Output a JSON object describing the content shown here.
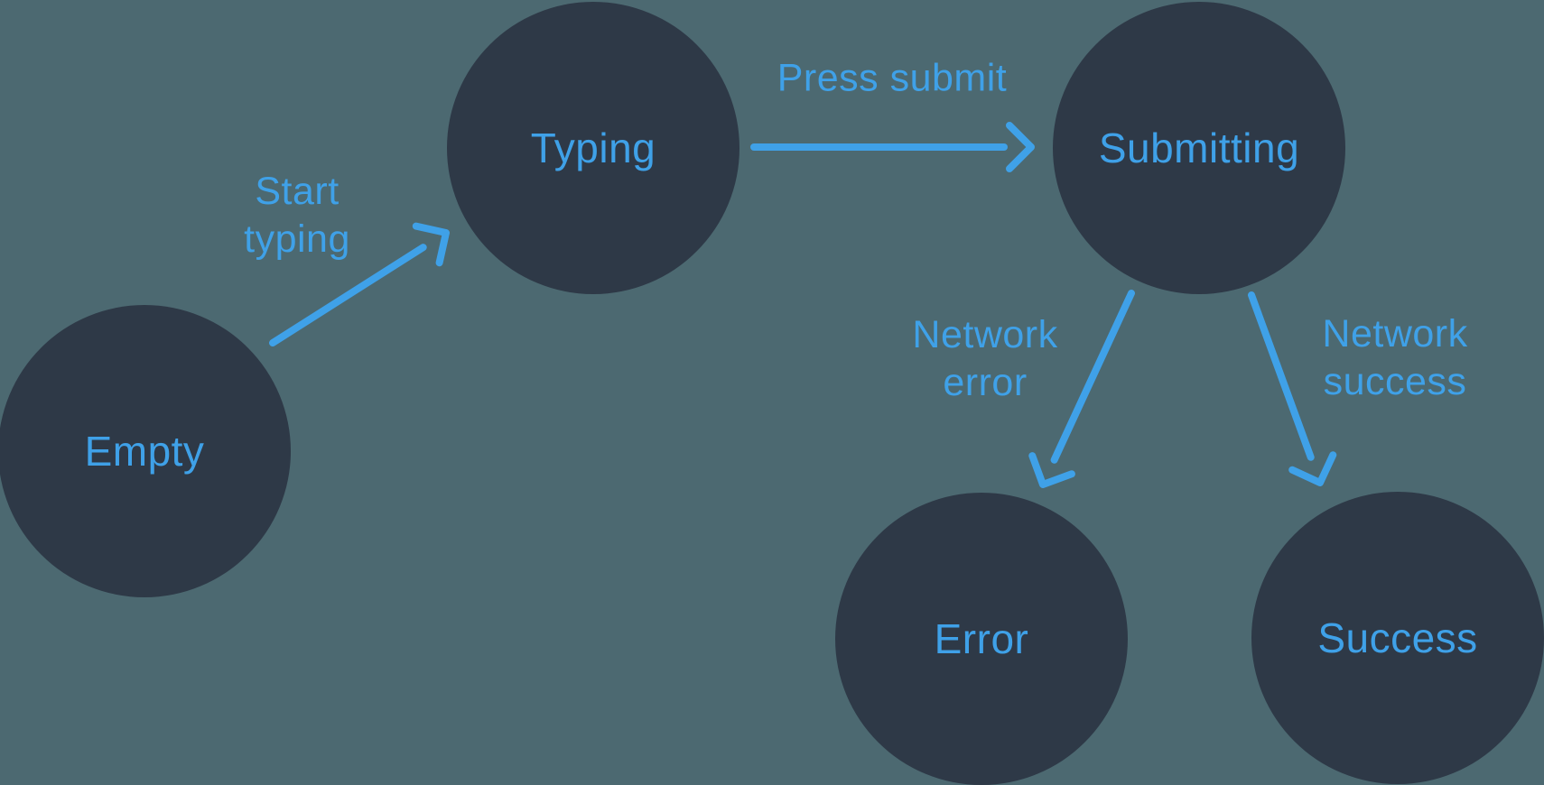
{
  "theme": {
    "background_color": "#4C6971",
    "node_fill_color": "#2E3947",
    "accent_blue": "#3FA1E8"
  },
  "diagram": {
    "type": "state-machine",
    "nodes": [
      {
        "id": "empty",
        "label": "Empty"
      },
      {
        "id": "typing",
        "label": "Typing"
      },
      {
        "id": "submitting",
        "label": "Submitting"
      },
      {
        "id": "error",
        "label": "Error"
      },
      {
        "id": "success",
        "label": "Success"
      }
    ],
    "edges": [
      {
        "from": "Empty",
        "to": "Typing",
        "label": "Start typing",
        "label_lines": [
          "Start",
          "typing"
        ]
      },
      {
        "from": "Typing",
        "to": "Submitting",
        "label": "Press submit",
        "label_lines": [
          "Press submit"
        ]
      },
      {
        "from": "Submitting",
        "to": "Error",
        "label": "Network error",
        "label_lines": [
          "Network",
          "error"
        ]
      },
      {
        "from": "Submitting",
        "to": "Success",
        "label": "Network success",
        "label_lines": [
          "Network",
          "success"
        ]
      }
    ]
  }
}
